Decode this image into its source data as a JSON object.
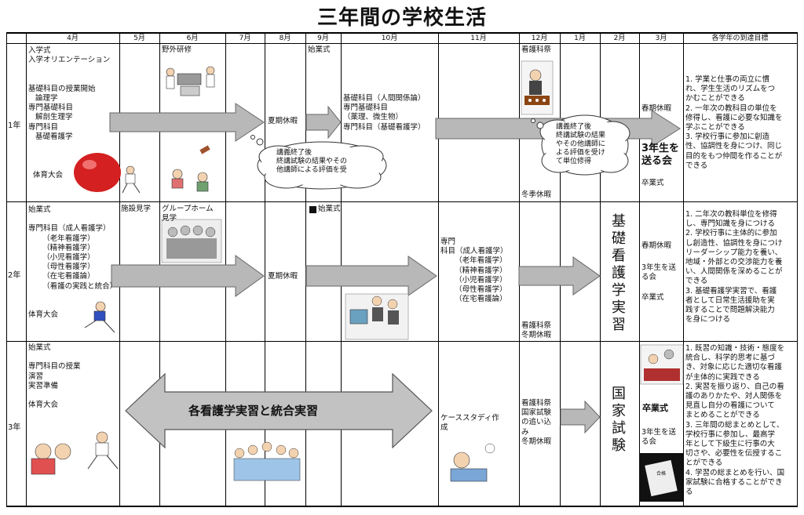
{
  "title": "三年間の学校生活",
  "header": {
    "m4": "4月",
    "m5": "5月",
    "m6": "6月",
    "m7": "7月",
    "m8": "8月",
    "m9": "9月",
    "m10": "10月",
    "m11": "11月",
    "m12": "12月",
    "m1": "1月",
    "m2": "2月",
    "m3": "3月",
    "goals": "各学年の到達目標"
  },
  "years": {
    "y1": "1年",
    "y2": "2年",
    "y3": "3年"
  },
  "y1": {
    "apr": "入学式\n入学オリエンテーション\n\n\n基礎科目の授業開始\n   論理学\n専門基礎科目\n   解剖生理学\n専門科目\n   基礎看護学",
    "apr_sports": "体育大会",
    "jun": "野外研修",
    "aug": "夏期休暇",
    "sep": "始業式",
    "oct": "基礎科目（人間関係論）\n専門基礎科目\n（薬理、微生物）\n専門科目（基礎看護学）",
    "bubble1": "講義終了後\n終講試験の結果やその\n他講師による評価を受",
    "dec": "看護科祭",
    "bubble2": "講義終了後\n終講試験の結果\nやその他講師に\nよる評価を受け\nて単位修得",
    "dec_winter": "冬季休暇",
    "mar_spring": "春期休暇",
    "mar_farewell": "3年生を\n送る会",
    "mar_grad": "卒業式",
    "goals": "1. 学業と仕事の両立に慣\nれ、学生生活のリズムをつ\nかむことができる\n2. 一年次の教科目の単位を\n修得し、看護に必要な知識を\n学ぶことができる\n3. 学校行事に参加に創造\n性、協調性を身につけ、同じ\n目的をもつ仲間を作ることが\nできる"
  },
  "y2": {
    "apr": "始業式\n\n専門科目（成人看護学）\n      （老年看護学）\n      （精神看護学）\n      （小児看護学）\n      （母性看護学）\n      （在宅看護論）\n      （看護の実践と統合）",
    "apr_sports": "体育大会",
    "may": "施設見学",
    "jun": "グループホーム\n見学",
    "aug": "夏期休暇",
    "sep": "始業式",
    "nov": "専門\n科目（成人看護学）\n      （老年看護学）\n      （精神看護学）\n      （小児看護学）\n      （母性看護学）\n      （在宅看護論）",
    "dec": "看護科祭\n冬期休暇",
    "feb_vertical": "基\n礎\n看\n護\n学\n実\n習",
    "mar_spring": "春期休暇",
    "mar_farewell": "3年生を送\nる会",
    "mar_grad": "卒業式",
    "goals": "1. 二年次の教科単位を修得\nし、専門知識を身につける\n2. 学校行事に主体的に参加\nし創造性、協調性を身につけ\nリーダーシップ能力を養い、\n地域・外部との交渉能力を養\nい、人間関係を深めることが\nできる\n3. 基礎看護学実習で、看護\n者として日常生活援助を実\n践することで問題解決能力\nを身につける"
  },
  "y3": {
    "apr": "始業式\n\n専門科目の授業\n演習\n実習準備\n\n体育大会",
    "arrow_label": "各看護学実習と統合実習",
    "nov": "ケーススタディ作\n成",
    "dec": "看護科祭\n国家試験\nの追い込\nみ\n冬期休暇",
    "feb_vertical": "国\n家\n試\n験",
    "mar_grad": "卒業式",
    "mar_farewell": "3年生を送\nる会",
    "goals": "1. 既習の知識・技術・態度を\n統合し、科学的思考に基づ\nき、対象に応じた適切な看護\nが主体的に実践できる\n2. 実習を振り返り、自己の看\n護のありかたや、対人関係を\n見直し自分の看護について\nまとめることができる\n3. 三年間の総まとめとして、\n学校行事に参加し、最高学\n年として下級生に行事の大\n切さや、必要性を伝授するこ\nとができる\n4. 学習の総まとめを行い、国\n家試験に合格することができ\nる"
  }
}
